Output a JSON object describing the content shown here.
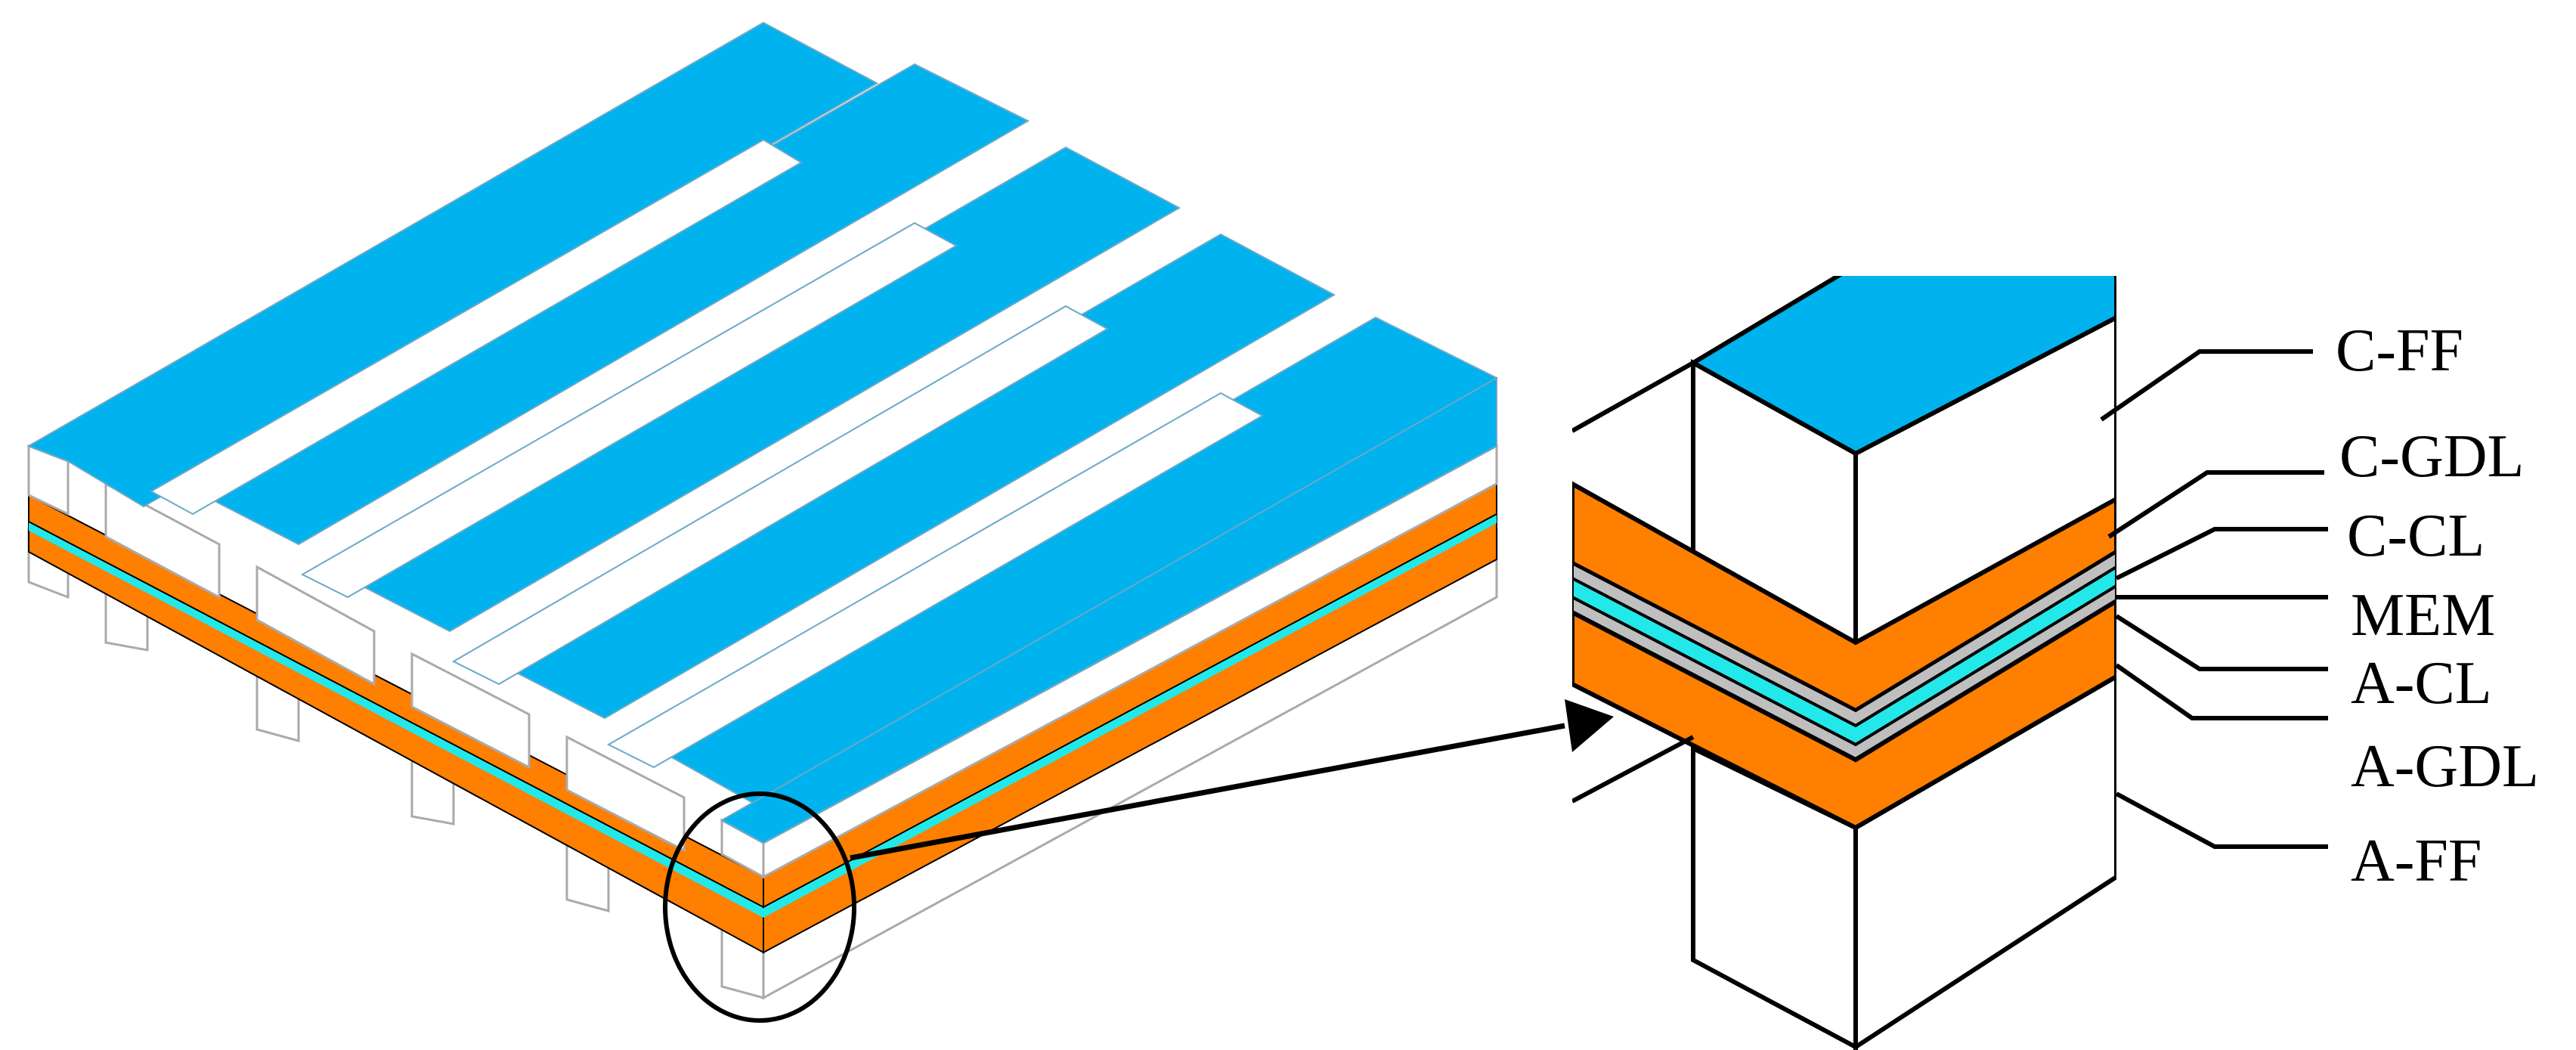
{
  "colors": {
    "flow_field": "#00b3ee",
    "gas_diffusion_layer": "#ff7f00",
    "membrane": "#23e8ea",
    "outline": "#000000",
    "background": "#ffffff"
  },
  "left_view": {
    "description_icon": "serpentine-flow-field-3d",
    "layer_order_top_to_bottom": [
      "C-FF",
      "C-GDL",
      "C-CL",
      "MEM",
      "A-CL",
      "A-GDL",
      "A-FF"
    ]
  },
  "zoom_view": {
    "labels": {
      "c_ff": "C-FF",
      "c_gdl": "C-GDL",
      "c_cl": "C-CL",
      "mem": "MEM",
      "a_cl": "A-CL",
      "a_gdl": "A-GDL",
      "a_ff": "A-FF"
    }
  }
}
